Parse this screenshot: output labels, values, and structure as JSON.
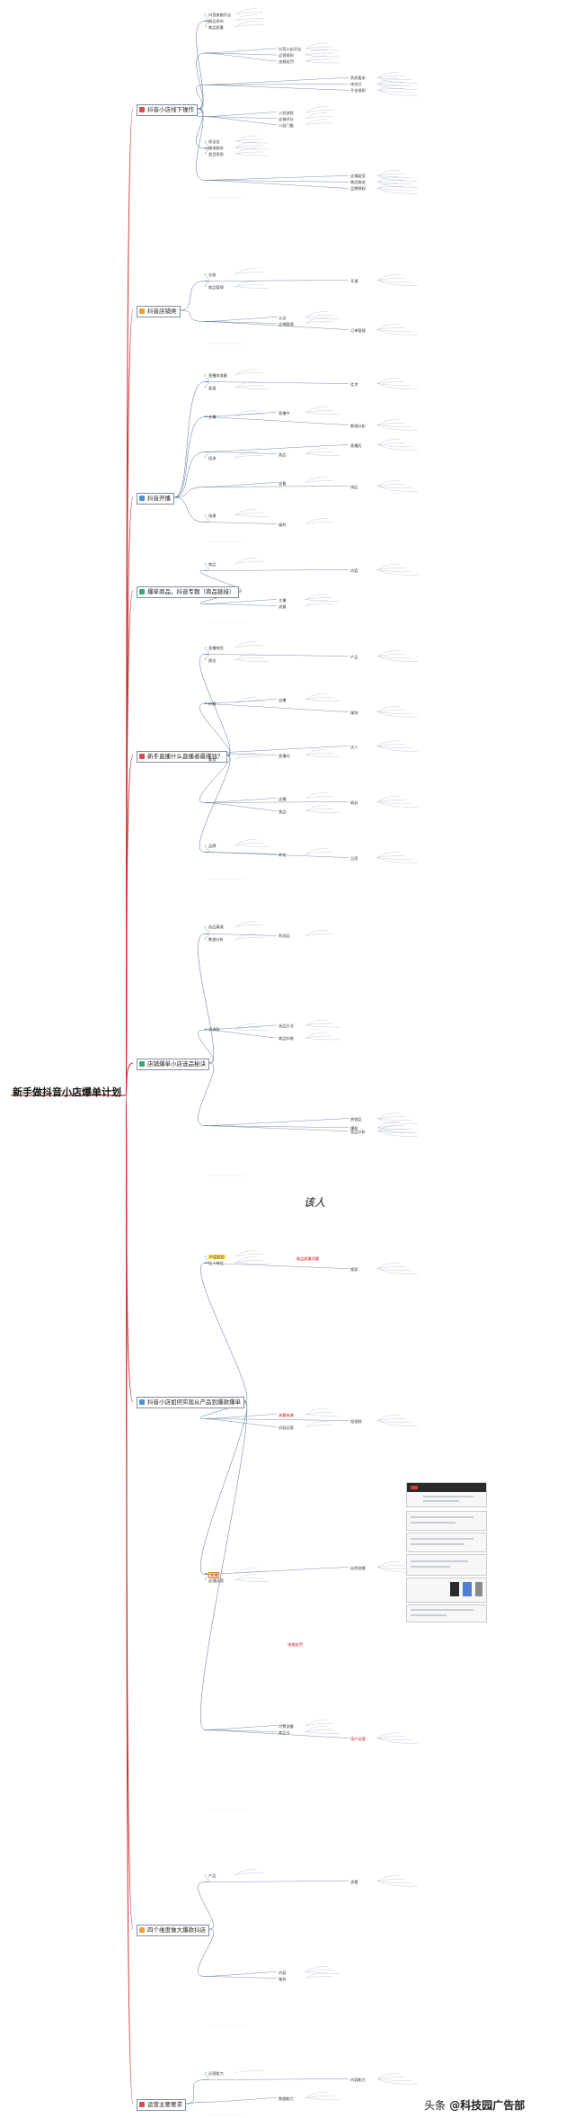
{
  "root": {
    "title": "新手做抖音小店爆单计划"
  },
  "branches": [
    {
      "id": "b1",
      "title": "抖音小店线下操作",
      "icon_color": "#d94b4b"
    },
    {
      "id": "b2",
      "title": "抖音店铺类",
      "icon_color": "#e8a13a"
    },
    {
      "id": "b3",
      "title": "抖音开播",
      "icon_color": "#4a90d9"
    },
    {
      "id": "b4",
      "title": "爆单商品，抖音专题（商品链接）",
      "icon_color": "#3aa76d"
    },
    {
      "id": "b5",
      "title": "新手直播什么直播者最赚钱？",
      "icon_color": "#d94b4b"
    },
    {
      "id": "b6",
      "title": "店铺爆单小店选品秘诀",
      "icon_color": "#3aa76d"
    },
    {
      "id": "b7",
      "title": "抖音小店如何实现从产品到爆款爆单",
      "icon_color": "#4a90d9"
    },
    {
      "id": "b8",
      "title": "四个维度做大爆款抖店",
      "icon_color": "#e8a13a"
    },
    {
      "id": "b9",
      "title": "运营主要要求",
      "icon_color": "#d94b4b"
    }
  ],
  "labels": {
    "b1": [
      "抖音旗舰开店",
      "抖音小店开店",
      "资质要求",
      "入驻流程",
      "保证金",
      "店铺类型",
      "商品发布",
      "运营规则",
      "体验分",
      "店铺评分",
      "物流服务",
      "售后服务",
      "商品质量",
      "违规处罚",
      "平台规则",
      "入驻门槛",
      "类目资质",
      "品牌授权"
    ],
    "b2": [
      "注册",
      "认证",
      "开通",
      "店铺管理",
      "商品管理",
      "订单管理"
    ],
    "b3": [
      "直播前准备",
      "直播中",
      "直播后",
      "设备",
      "场景",
      "话术",
      "主播",
      "选品",
      "排品",
      "福利",
      "复盘",
      "数据分析",
      "投流"
    ],
    "b4": [
      "商品",
      "主播",
      "内容",
      "流量"
    ],
    "b5": [
      "直播带货",
      "自播",
      "达人",
      "店播",
      "品牌",
      "产品",
      "价格",
      "直播间",
      "粉丝",
      "转化",
      "佣金",
      "服饰",
      "美妆",
      "食品",
      "日用"
    ],
    "b6": [
      "选品渠道",
      "选品方法",
      "热销品",
      "利润品",
      "引流款",
      "爆款",
      "数据分析",
      "商品价格",
      "竞品分析"
    ],
    "b7": [
      "产品定位",
      "流量来源",
      "自然流量",
      "付费流量",
      "达人带货",
      "短视频",
      "直播",
      "商品卡",
      "搜索",
      "内容运营",
      "店铺运营",
      "用户运营"
    ],
    "b8": [
      "产品",
      "内容",
      "流量",
      "服务"
    ],
    "b9": [
      "运营能力",
      "数据能力",
      "内容能力"
    ]
  },
  "annotations": {
    "sig_text": "该人",
    "red_note_1": "商品质量问题",
    "red_note_2": "违规处罚"
  },
  "watermark": {
    "prefix": "头条",
    "handle": "@科技园广告部"
  }
}
